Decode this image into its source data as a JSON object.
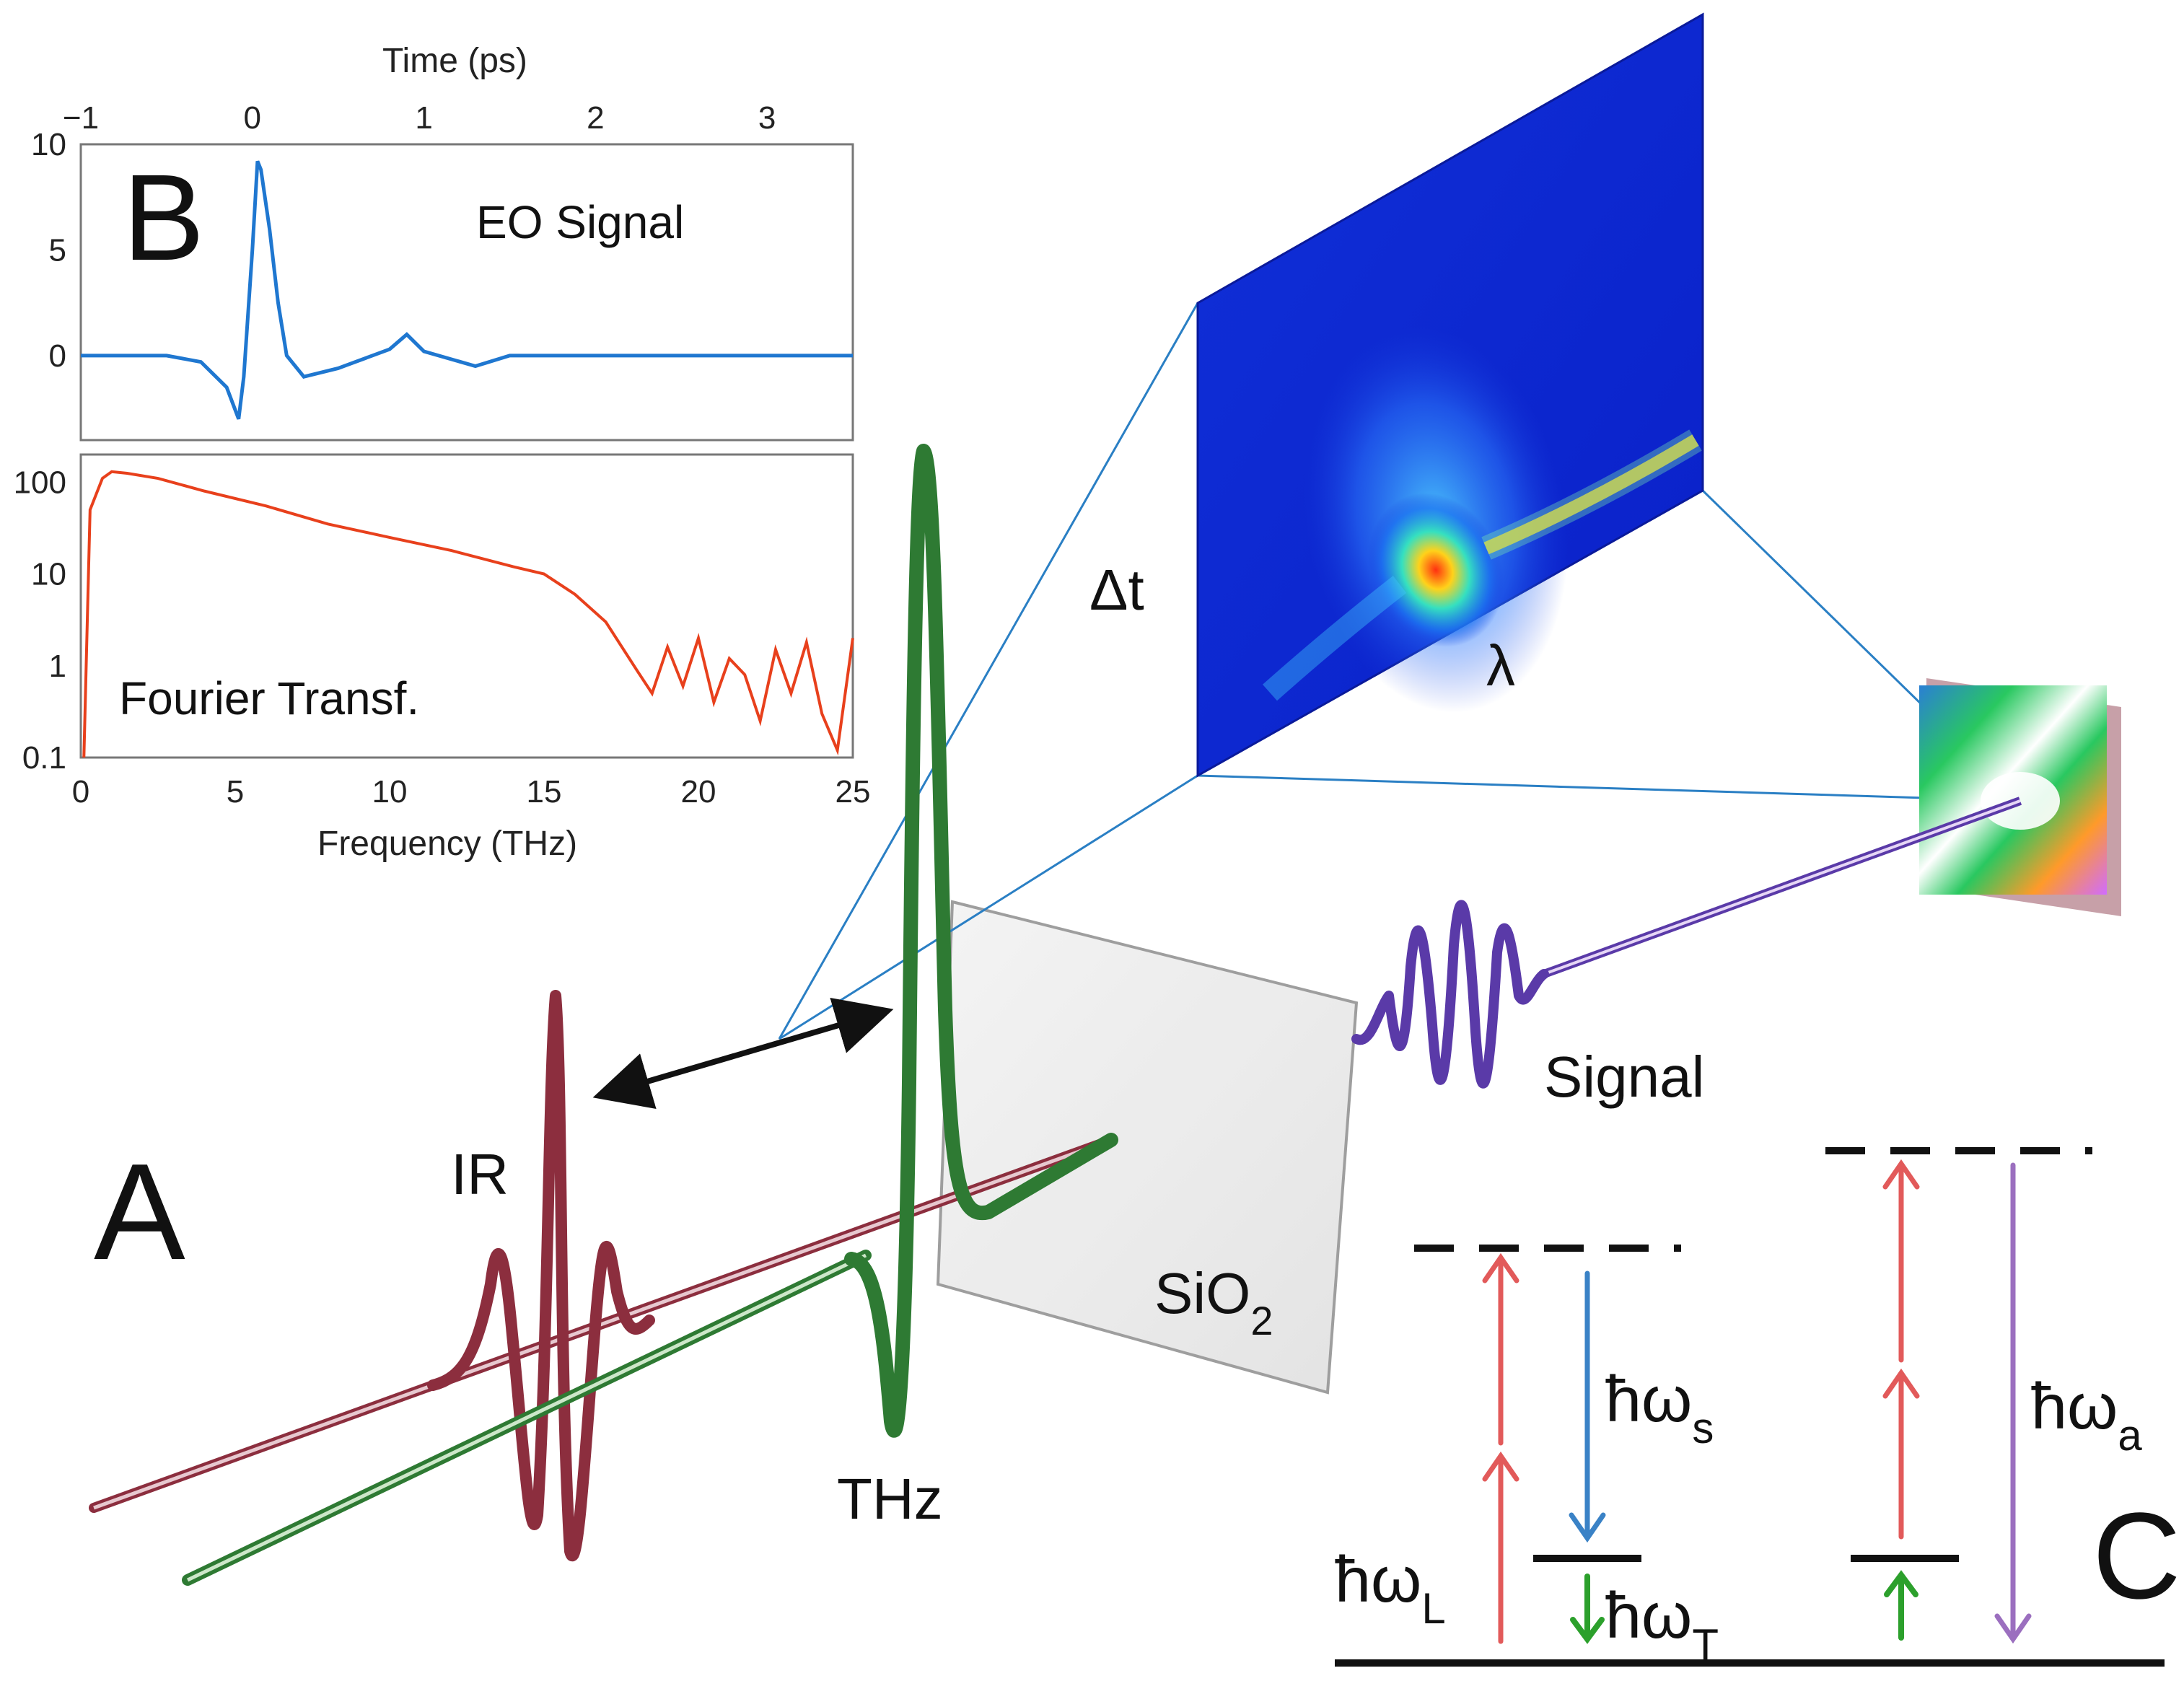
{
  "panel_b": {
    "letter": "B",
    "top_axis_label": "Time (ps)",
    "top_ticks": [
      "−1",
      "0",
      "1",
      "2",
      "3"
    ],
    "top_label": "EO Signal",
    "top_yticks": [
      "10",
      "5",
      "0"
    ],
    "bottom_label": "Fourier Transf.",
    "bottom_yticks": [
      "100",
      "10",
      "1",
      "0.1"
    ],
    "bottom_axis_label": "Frequency (THz)",
    "bottom_ticks": [
      "0",
      "5",
      "10",
      "15",
      "20",
      "25"
    ]
  },
  "chart_data": [
    {
      "type": "line",
      "xlabel": "Time (ps)",
      "ylabel": "",
      "label": "EO Signal",
      "xlim": [
        -1,
        3.5
      ],
      "ylim": [
        -4,
        10
      ],
      "x": [
        -1.0,
        -0.5,
        -0.3,
        -0.15,
        -0.08,
        -0.05,
        0.0,
        0.03,
        0.05,
        0.1,
        0.15,
        0.2,
        0.3,
        0.5,
        0.8,
        0.9,
        1.0,
        1.3,
        1.5,
        2.0,
        2.5,
        3.0,
        3.5
      ],
      "y": [
        0,
        0,
        -0.3,
        -1.5,
        -3.0,
        -1.0,
        5.0,
        9.2,
        8.8,
        6.0,
        2.5,
        0.0,
        -1.0,
        -0.6,
        0.3,
        1.0,
        0.2,
        -0.5,
        0.0,
        0.0,
        0.0,
        0.0,
        0.0
      ],
      "color": "#1f77d0"
    },
    {
      "type": "line",
      "xlabel": "Frequency (THz)",
      "ylabel": "",
      "label": "Fourier Transf.",
      "scale_y": "log",
      "xlim": [
        0,
        25
      ],
      "ylim": [
        0.1,
        200
      ],
      "x": [
        0.1,
        0.3,
        0.7,
        1.0,
        1.5,
        2.5,
        4,
        6,
        8,
        10,
        12,
        14,
        15,
        16,
        17,
        18,
        18.5,
        19,
        19.5,
        20,
        20.5,
        21,
        21.5,
        22,
        22.5,
        23,
        23.5,
        24,
        24.5,
        25
      ],
      "y": [
        0.1,
        50,
        110,
        130,
        125,
        110,
        80,
        55,
        35,
        25,
        18,
        12,
        10,
        6,
        3,
        0.9,
        0.5,
        1.6,
        0.6,
        2,
        0.4,
        1.2,
        0.8,
        0.25,
        1.5,
        0.5,
        1.8,
        0.3,
        0.12,
        2
      ],
      "color": "#e8401c"
    }
  ],
  "panel_a": {
    "letter": "A",
    "ir_label": "IR",
    "thz_label": "THz",
    "sample_label_main": "SiO",
    "sample_label_sub": "2",
    "signal_label": "Signal",
    "dt_label": "Δt",
    "lambda_label": "λ"
  },
  "panel_c": {
    "letter": "C",
    "hw": "ħω",
    "label_s": "s",
    "label_l": "L",
    "label_t": "T",
    "label_a": "a"
  },
  "colors": {
    "blue_line": "#2a7fc4",
    "red_line": "#e8401c",
    "ir_pulse": "#8c2e3e",
    "thz_pulse": "#2e7a33",
    "signal_pulse": "#5a3aa8",
    "arrow_red": "#e25a5a",
    "arrow_blue": "#3a82c6",
    "arrow_green": "#2ca02c",
    "arrow_purple": "#9b6fbf"
  }
}
